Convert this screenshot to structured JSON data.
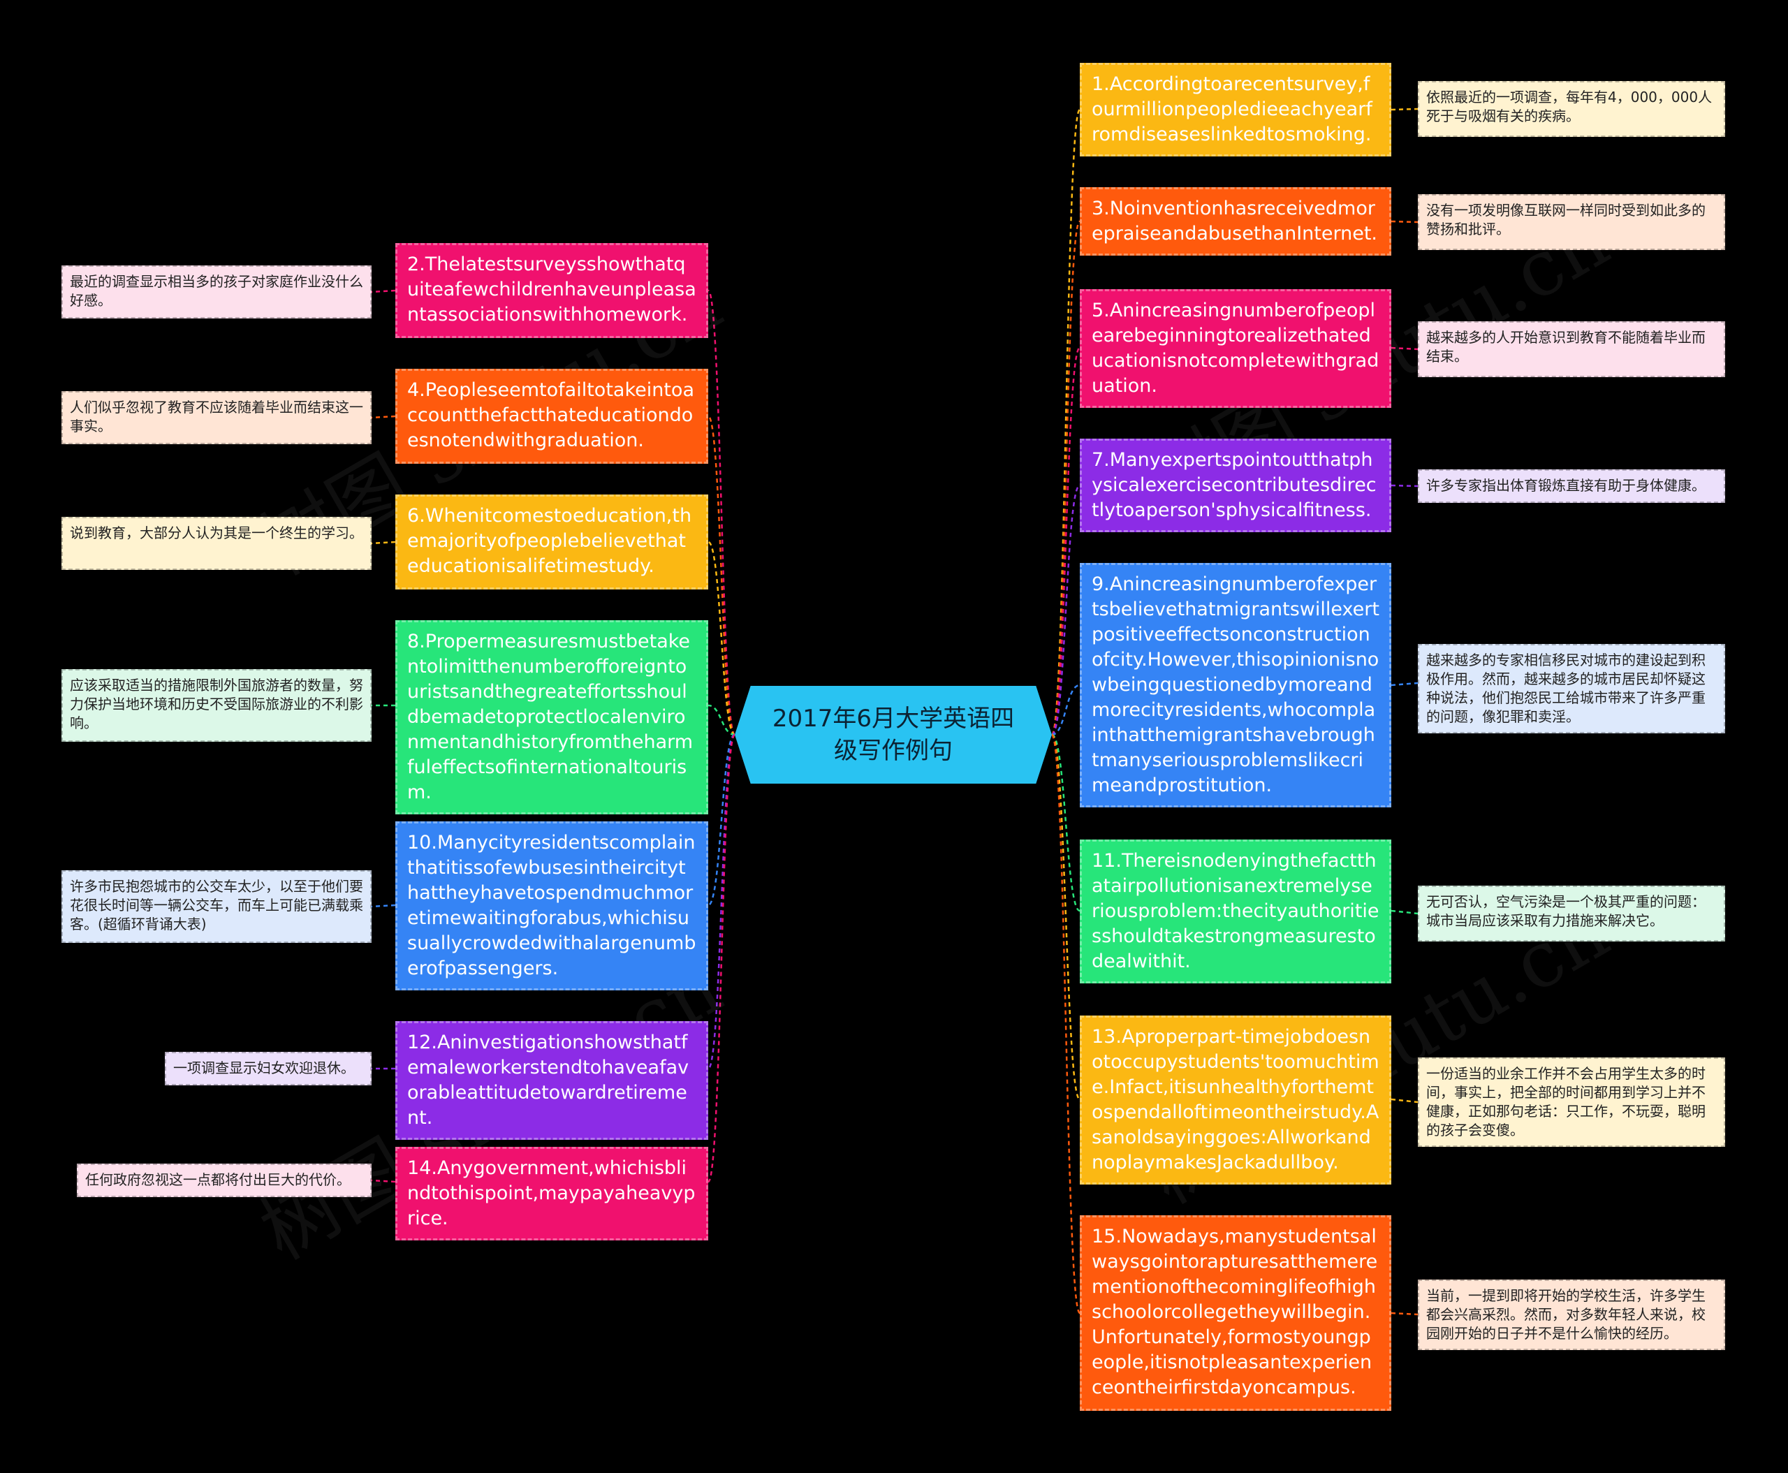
{
  "root": {
    "title": "2017年6月大学英语四级写作例句",
    "color": "#29c3f2"
  },
  "branches": [
    {
      "id": "b1",
      "en": "1.Accordingtoarecentsurvey,fourmillionpeopledieeachyearfromdiseaseslinkedtosmoking.",
      "zh": "依照最近的一项调查，每年有4，000，000人死于与吸烟有关的疾病。",
      "color": "#fbb813",
      "note_color": "#fff3d0"
    },
    {
      "id": "b2",
      "en": "2.Thelatestsurveysshowthatquiteafewchildrenhaveunpleasantassociationswithhomework.",
      "zh": "最近的调查显示相当多的孩子对家庭作业没什么好感。",
      "color": "#f0116e",
      "note_color": "#fde0ec"
    },
    {
      "id": "b3",
      "en": "3.NoinventionhasreceivedmorepraiseandabusethanInternet.",
      "zh": "没有一项发明像互联网一样同时受到如此多的赞扬和批评。",
      "color": "#ff5a0d",
      "note_color": "#ffe5d5"
    },
    {
      "id": "b4",
      "en": "4.Peopleseemtofailtotakeintoaccountthefactthateducationdoesnotendwithgraduation.",
      "zh": "人们似乎忽视了教育不应该随着毕业而结束这一事实。",
      "color": "#ff5a0d",
      "note_color": "#ffe5d5"
    },
    {
      "id": "b5",
      "en": "5.Anincreasingnumberofpeoplearebeginningtorealizethateducationisnotcompletewithgraduation.",
      "zh": "越来越多的人开始意识到教育不能随着毕业而结束。",
      "color": "#f0116e",
      "note_color": "#fde0ec"
    },
    {
      "id": "b6",
      "en": "6.Whenitcomestoeducation,themajorityofpeoplebelievethateducationisalifetimestudy.",
      "zh": "说到教育，大部分人认为其是一个终生的学习。",
      "color": "#fbb813",
      "note_color": "#fff3d0"
    },
    {
      "id": "b7",
      "en": "7.Manyexpertspointoutthatphysicalexercisecontributesdirectlytoaperson'sphysicalfitness.",
      "zh": "许多专家指出体育锻炼直接有助于身体健康。",
      "color": "#8c2ce6",
      "note_color": "#ece0fb"
    },
    {
      "id": "b8",
      "en": "8.Propermeasuresmustbetakentolimitthenumberofforeigntouristsandthegreateffortsshouldbemadetoprotectlocalenvironmentandhistoryfromtheharmfuleffectsofinternationaltourism.",
      "zh": "应该采取适当的措施限制外国旅游者的数量，努力保护当地环境和历史不受国际旅游业的不利影响。",
      "color": "#27e57a",
      "note_color": "#dcf8e8"
    },
    {
      "id": "b9",
      "en": "9.Anincreasingnumberofexpertsbelievethatmigrantswillexertpositiveeffectsonconstructionofcity.However,thisopinionisnowbeingquestionedbymoreandmorecityresidents,whocomplainthatthemigrantshavebroughtmanyseriousproblemslikecrimeandprostitution.",
      "zh": "越来越多的专家相信移民对城市的建设起到积极作用。然而，越来越多的城市居民却怀疑这种说法，他们抱怨民工给城市带来了许多严重的问题，像犯罪和卖淫。",
      "color": "#3584f5",
      "note_color": "#dde9fc"
    },
    {
      "id": "b10",
      "en": "10.Manycityresidentscomplainthatitissofewbusesintheircitythattheyhavetospendmuchmoretimewaitingforabus,whichisusuallycrowdedwithalargenumberofpassengers.",
      "zh": "许多市民抱怨城市的公交车太少，以至于他们要花很长时间等一辆公交车，而车上可能已满载乘客。(超循环背诵大表)",
      "color": "#3584f5",
      "note_color": "#dde9fc"
    },
    {
      "id": "b11",
      "en": "11.Thereisnodenyingthefactthatairpollutionisanextremelyseriousproblem:thecityauthoritiesshouldtakestrongmeasurestodealwithit.",
      "zh": "无可否认，空气污染是一个极其严重的问题：城市当局应该采取有力措施来解决它。",
      "color": "#27e57a",
      "note_color": "#dcf8e8"
    },
    {
      "id": "b12",
      "en": "12.Aninvestigationshowsthatfemaleworkerstendtohaveafavorableattitudetowardretirement.",
      "zh": "一项调查显示妇女欢迎退休。",
      "color": "#8c2ce6",
      "note_color": "#ece0fb"
    },
    {
      "id": "b13",
      "en": "13.Aproperpart-timejobdoesnotoccupystudents'toomuchtime.Infact,itisunhealthyforthemtospendalloftimeontheirstudy.Asanoldsayinggoes:AllworkandnoplaymakesJackadullboy.",
      "zh": "一份适当的业余工作并不会占用学生太多的时间，事实上，把全部的时间都用到学习上并不健康，正如那句老话：只工作，不玩耍，聪明的孩子会变傻。",
      "color": "#fbb813",
      "note_color": "#fff3d0"
    },
    {
      "id": "b14",
      "en": "14.Anygovernment,whichisblindtothispoint,maypayaheavyprice.",
      "zh": "任何政府忽视这一点都将付出巨大的代价。",
      "color": "#f0116e",
      "note_color": "#fde0ec"
    },
    {
      "id": "b15",
      "en": "15.Nowadays,manystudentsalwaysgointorapturesatthemerementionofthecominglifeofhighschoolorcollegetheywillbegin.Unfortunately,formostyoungpeople,itisnotpleasantexperienceontheirfirstdayoncampus.",
      "zh": "当前，一提到即将开始的学校生活，许多学生都会兴高采烈。然而，对多数年轻人来说，校园刚开始的日子并不是什么愉快的经历。",
      "color": "#ff5a0d",
      "note_color": "#ffe5d5"
    }
  ]
}
